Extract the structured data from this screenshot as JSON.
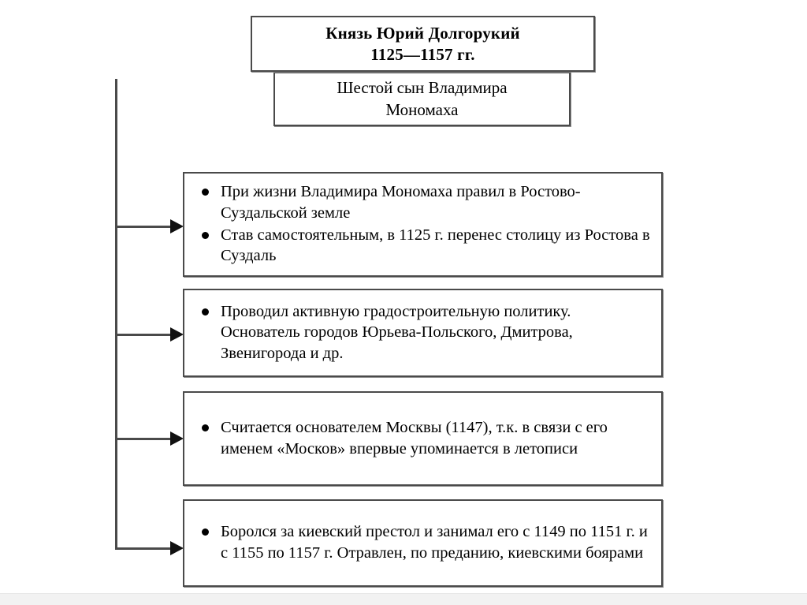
{
  "diagram": {
    "header": {
      "title_box": {
        "line1": "Князь Юрий Долгорукий",
        "line2": "1125—1157 гг."
      },
      "subtitle_box": {
        "line1": "Шестой сын Владимира",
        "line2": "Мономаха"
      }
    },
    "connector": {
      "arrow_count": 4,
      "arrow_icon": "arrow-right-icon",
      "line_color": "#4a4a4a"
    },
    "boxes": [
      {
        "id": "box-rule-rostov-suzdal",
        "bullets": [
          "При жизни Владимира Мономаха правил в Ростово-Суздальской земле",
          "Став самостоятельным, в 1125 г. перенес столицу из Ростова в Суздаль"
        ]
      },
      {
        "id": "box-city-building",
        "bullets": [
          "Проводил активную градостроительную политику. Основатель городов Юрьева-Польского, Дмитрова, Звенигорода и др."
        ]
      },
      {
        "id": "box-founder-moscow",
        "bullets": [
          "Считается основателем Москвы (1147), т.к. в связи с его именем «Москов» впервые упоминается в летописи"
        ]
      },
      {
        "id": "box-kiev-throne",
        "bullets": [
          "Боролся за киевский престол и занимал его с 1149 по 1151 г. и с 1155 по 1157 г. Отравлен, по преданию, киевскими боярами"
        ]
      }
    ]
  },
  "colors": {
    "box_border": "#4a4a4a",
    "text": "#000000",
    "background": "#ffffff",
    "page_band": "#f2f2f2"
  }
}
